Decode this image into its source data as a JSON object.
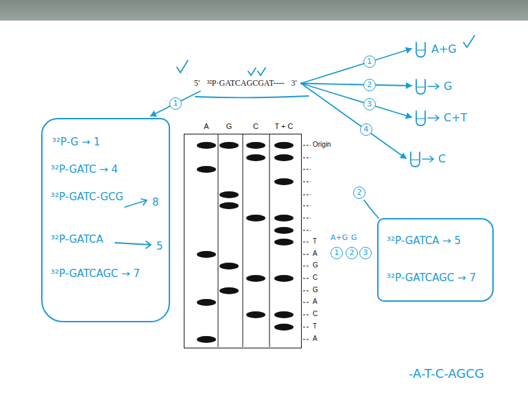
{
  "diagram": {
    "nodes": [
      {
        "text": [
          "5′",
          "³²P·GATCAGCGAT----",
          "3′"
        ]
      },
      {
        "text": [
          "³²P-G → 1",
          "³²P-GATC → 4",
          "³²P-GATC-GCG",
          "8",
          "³²P-GATCA",
          "5",
          "³²P-GATCAGC → 7"
        ]
      },
      {
        "text": [
          "A+G"
        ]
      },
      {
        "text": [
          "G"
        ]
      },
      {
        "text": [
          "C+T"
        ]
      },
      {
        "text": [
          "C"
        ]
      },
      {
        "text": [
          "A",
          "G",
          "C",
          "T + C"
        ]
      },
      {
        "text": [
          "³²P-GATCA → 5",
          "³²P-GATCAGC → 7"
        ]
      },
      {
        "text": [
          "A+G",
          "G",
          "1",
          "2",
          "3"
        ]
      }
    ],
    "edges": [
      {
        "from": 0,
        "to": 1,
        "arrow": "to",
        "label": "1"
      },
      {
        "from": 0,
        "to": 2,
        "arrow": "to",
        "label": "1"
      },
      {
        "from": 0,
        "to": 3,
        "arrow": "to",
        "label": "2"
      },
      {
        "from": 0,
        "to": 4,
        "arrow": "to",
        "label": "3"
      },
      {
        "from": 0,
        "to": 5,
        "arrow": "to",
        "label": "4"
      }
    ],
    "labels": [
      "Origin",
      "T",
      "A",
      "G",
      "C",
      "G",
      "A",
      "C",
      "T",
      "A",
      "2",
      "-A-T-C-AGCG"
    ]
  }
}
